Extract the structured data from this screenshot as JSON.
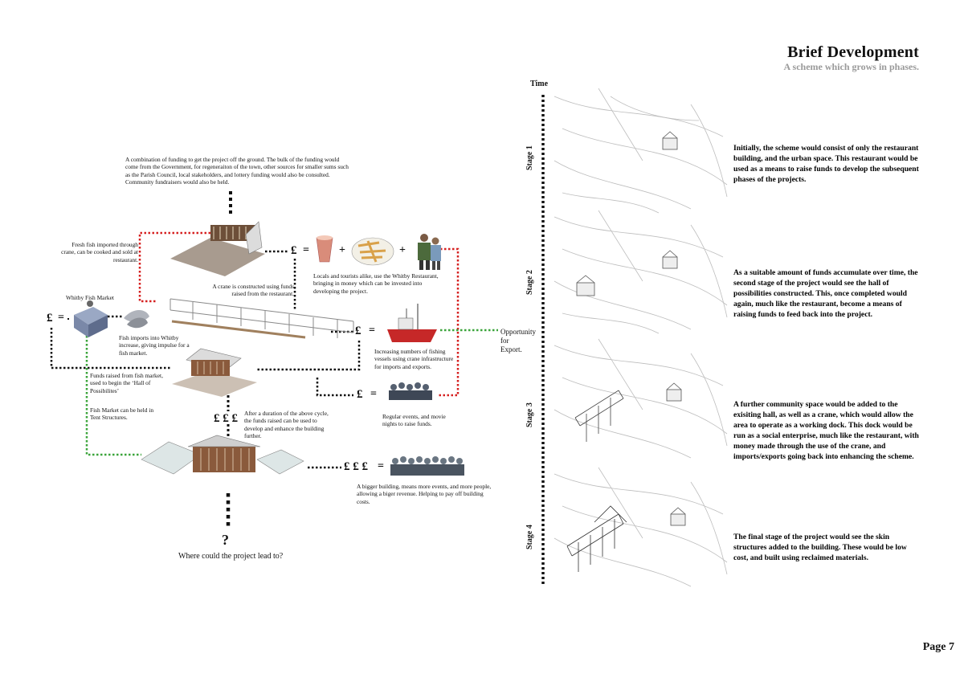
{
  "header": {
    "title": "Brief Development",
    "subtitle": "A scheme which grows in phases."
  },
  "footer": {
    "page": "Page 7"
  },
  "timeline": {
    "time_label": "Time",
    "stages": [
      {
        "label": "Stage 1",
        "text": "Initially, the scheme would consist of only the restaurant building, and the urban space. This restaurant would be used as a means to raise funds to develop the subsequent phases of the projects."
      },
      {
        "label": "Stage 2",
        "text": "As a suitable amount of funds accumulate over time, the second stage of the project would see the hall of possibilities constructed. This, once completed would again, much like the restaurant, become a means of raising funds to feed back into the project."
      },
      {
        "label": "Stage 3",
        "text": "A further community space would be added to the exisiting hall, as well as a crane, which would allow the area to operate as a working dock. This dock would be run as a social enterprise, much like the restaurant, with money made through the use of the crane, and imports/exports going back into enhancing the scheme."
      },
      {
        "label": "Stage 4",
        "text": "The final stage of the project would see the skin structures added to the building. These would be low cost, and built using reclaimed materials."
      }
    ]
  },
  "diagram": {
    "funding_text": "A combination of funding to get the project off the ground. The bulk of the funding would come from the Government, for regeneraiton of the town, other sources for smaller sums such as the Parish Council, local stakeholders, and lottery funding would also be consulted. Community fundraisers would also be held.",
    "fresh_fish_text": "Fresh fish imported through crane, can be cooked and sold at restaurant.",
    "crane_text": "A crane is constructed using funds raised from the restaurant.",
    "locals_text": "Locals and tourists alike, use the Whitby Restaurant, bringing in money which can be invested into developing the project.",
    "fish_market_label": "Whitby Fish Market",
    "fish_imports_text": "Fish imports into Whitby increase, giving impulse for a fish market.",
    "fishing_vessels_text": "Increasing numbers of fishing vessels using crane infrastructure for imports and exports.",
    "export_text": "Opportunity for Export.",
    "hall_funds_text": "Funds raised from fish market, used to begin the ‘Hall of Possibilites’",
    "tent_text": "Fish Market can be held in Tent Structures.",
    "cycle_text": "After a duration of the above cycle, the funds raised can be used to develop and enhance the building further.",
    "events_text": "Regular events, and movie nights to raise funds.",
    "bigger_text": "A bigger building, means more events, and more people, allowing a biger revenue. Helping to pay off building costs.",
    "question_mark": "?",
    "lead_text": "Where could the project lead to?",
    "pound": "£",
    "triple_pound": "£ £ £",
    "equals": "=",
    "plus": "+"
  },
  "colors": {
    "red_dots": "#d62020",
    "green_dots": "#3aa43a",
    "black_dots": "#111111"
  }
}
